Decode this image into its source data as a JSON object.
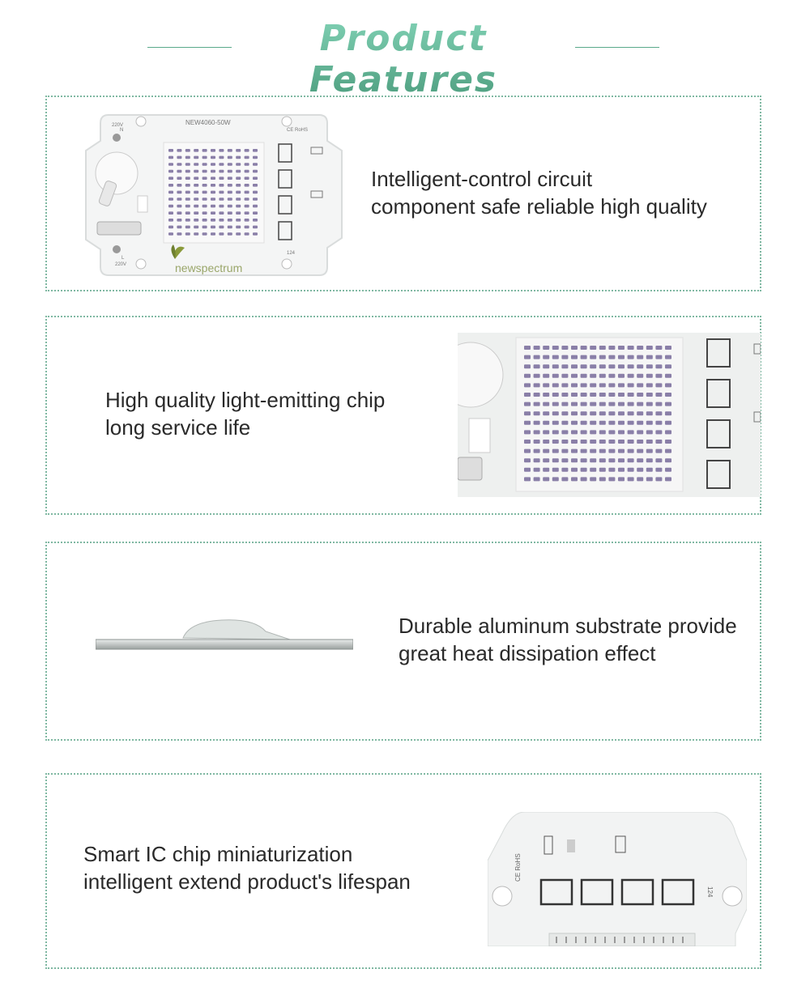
{
  "header": {
    "title": "Product Features"
  },
  "features": [
    {
      "line1": "Intelligent-control circuit",
      "line2": "component safe reliable high quality",
      "image_icon": "led-board-photo",
      "board_model": "NEW4060-50W",
      "board_voltage_top": "220V",
      "board_voltage_top_sub": "N",
      "board_voltage_bottom": "220V",
      "board_voltage_bottom_sub": "L",
      "board_brand": "newspectrum",
      "board_cert": "CE RoHS",
      "board_code": "124"
    },
    {
      "line1": "High quality light-emitting chip",
      "line2": "long service life",
      "image_icon": "led-chip-closeup-photo"
    },
    {
      "line1": "Durable aluminum substrate provide",
      "line2": "great heat dissipation effect",
      "image_icon": "aluminum-substrate-side-photo"
    },
    {
      "line1": "Smart IC chip miniaturization",
      "line2": "intelligent extend product's lifespan",
      "image_icon": "ic-chip-closeup-photo",
      "board_cert": "CE RoHS",
      "board_code": "124"
    }
  ],
  "colors": {
    "accent": "#5fb39a",
    "border": "#7fb8a2",
    "text": "#2a2a2a",
    "led_purple": "#8a7fa8"
  }
}
